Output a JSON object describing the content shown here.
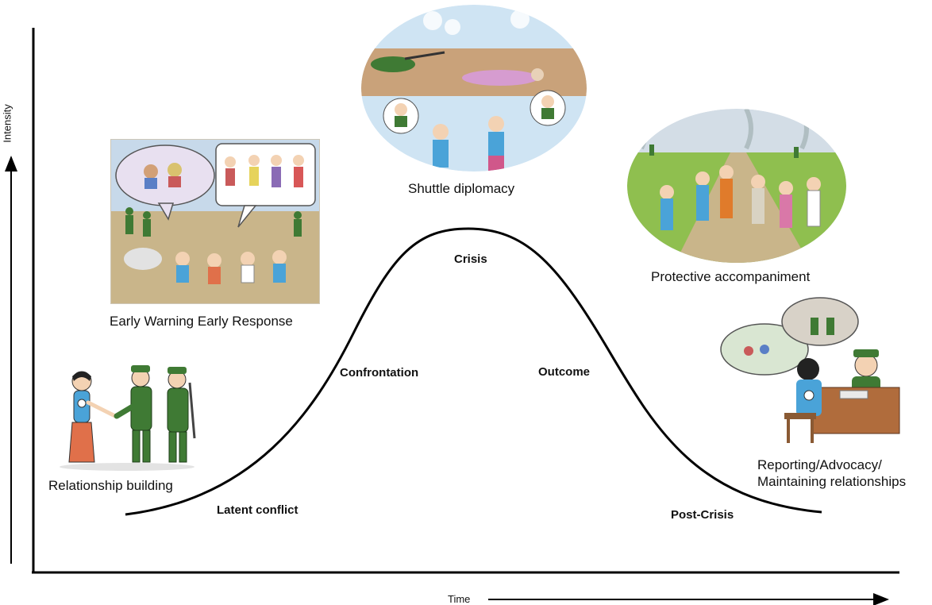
{
  "axes": {
    "y_label": "Intensity",
    "x_label": "Time"
  },
  "stages": {
    "latent": "Latent conflict",
    "confrontation": "Confrontation",
    "crisis": "Crisis",
    "outcome": "Outcome",
    "post_crisis": "Post-Crisis"
  },
  "captions": {
    "relationship": "Relationship building",
    "early_warning": "Early Warning Early Response",
    "shuttle": "Shuttle diplomacy",
    "protective": "Protective accompaniment",
    "reporting_line1": "Reporting/Advocacy/",
    "reporting_line2": "Maintaining relationships"
  },
  "colors": {
    "curve": "#000000",
    "sky": "#cfe4f3",
    "ground": "#c9b58a",
    "field": "#8fbf4f",
    "uniform": "#3f7a34",
    "shirt": "#4aa3d8",
    "skirt": "#e0704a"
  }
}
